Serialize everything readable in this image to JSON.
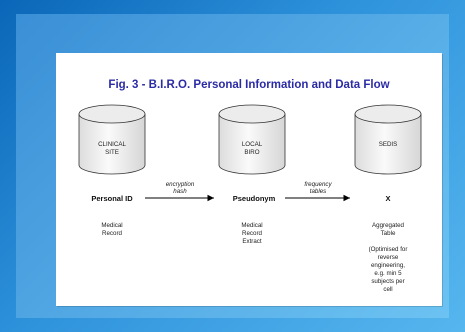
{
  "title": "Fig. 3 - B.I.R.O. Personal Information and Data Flow",
  "nodes": [
    {
      "cylinder_label_line1": "CLINICAL",
      "cylinder_label_line2": "SITE",
      "id_label": "Personal ID",
      "desc_lines": [
        "Medical",
        "Record"
      ]
    },
    {
      "cylinder_label_line1": "LOCAL",
      "cylinder_label_line2": "BIRO",
      "id_label": "Pseudonym",
      "desc_lines": [
        "Medical",
        "Record",
        "Extract"
      ]
    },
    {
      "cylinder_label_line1": "SEDIS",
      "cylinder_label_line2": "",
      "id_label": "X",
      "desc_lines": [
        "Aggregated",
        "Table",
        "",
        "(Optimised for",
        "reverse",
        "engineering,",
        "e.g. min 5",
        "subjects per",
        "cell"
      ]
    }
  ],
  "edges": [
    {
      "label_line1": "encryption",
      "label_line2": "hash"
    },
    {
      "label_line1": "frequency",
      "label_line2": "tables"
    }
  ],
  "colors": {
    "title": "#2b2ba6",
    "background": "#1f7fcf",
    "cylinder_top": "#e4e4e4",
    "cylinder_body": "#f4f4f4"
  }
}
